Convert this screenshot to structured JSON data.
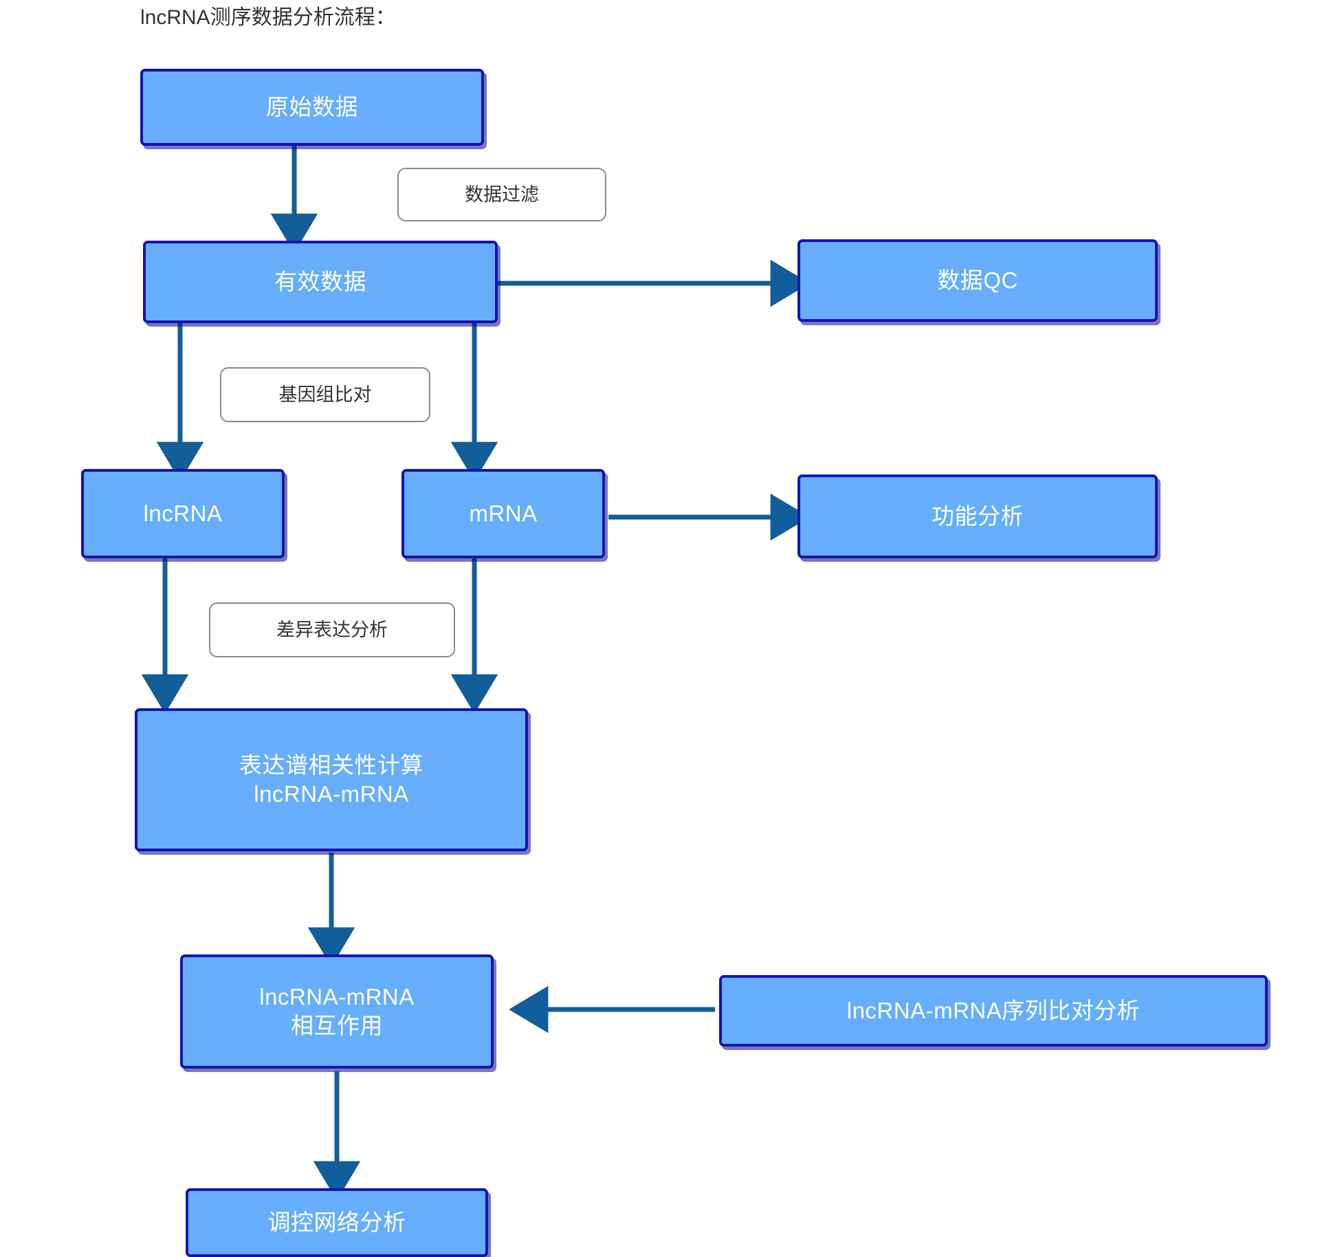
{
  "title": "lncRNA测序数据分析流程：",
  "colors": {
    "node_fill": "#66AEFB",
    "node_border": "#1414B4",
    "node_text": "#FFFFFF",
    "edge_arrow": "#125E9B",
    "edge_label_border": "#8A8A8A",
    "edge_label_text": "#333333",
    "background": "#FFFFFF"
  },
  "nodes": [
    {
      "id": "raw",
      "label": "原始数据"
    },
    {
      "id": "clean",
      "label": "有效数据"
    },
    {
      "id": "qc",
      "label": "数据QC"
    },
    {
      "id": "lncrna",
      "label": "lncRNA"
    },
    {
      "id": "mrna",
      "label": "mRNA"
    },
    {
      "id": "function",
      "label": "功能分析"
    },
    {
      "id": "correlation",
      "label_line1": "表达谱相关性计算",
      "label_line2": "lncRNA-mRNA"
    },
    {
      "id": "interaction",
      "label_line1": "lncRNA-mRNA",
      "label_line2": "相互作用"
    },
    {
      "id": "seqalign",
      "label": "lncRNA-mRNA序列比对分析"
    },
    {
      "id": "network",
      "label": "调控网络分析"
    }
  ],
  "edge_labels": [
    {
      "id": "filter",
      "label": "数据过滤"
    },
    {
      "id": "genome",
      "label": "基因组比对"
    },
    {
      "id": "deg",
      "label": "差异表达分析"
    }
  ],
  "edges": [
    {
      "from": "raw",
      "to": "clean",
      "label": "数据过滤"
    },
    {
      "from": "clean",
      "to": "qc",
      "label": ""
    },
    {
      "from": "clean",
      "to": "lncrna",
      "label": "基因组比对"
    },
    {
      "from": "clean",
      "to": "mrna",
      "label": ""
    },
    {
      "from": "mrna",
      "to": "function",
      "label": ""
    },
    {
      "from": "lncrna",
      "to": "correlation",
      "label": "差异表达分析"
    },
    {
      "from": "mrna",
      "to": "correlation",
      "label": ""
    },
    {
      "from": "correlation",
      "to": "interaction",
      "label": ""
    },
    {
      "from": "seqalign",
      "to": "interaction",
      "label": ""
    },
    {
      "from": "interaction",
      "to": "network",
      "label": ""
    }
  ]
}
